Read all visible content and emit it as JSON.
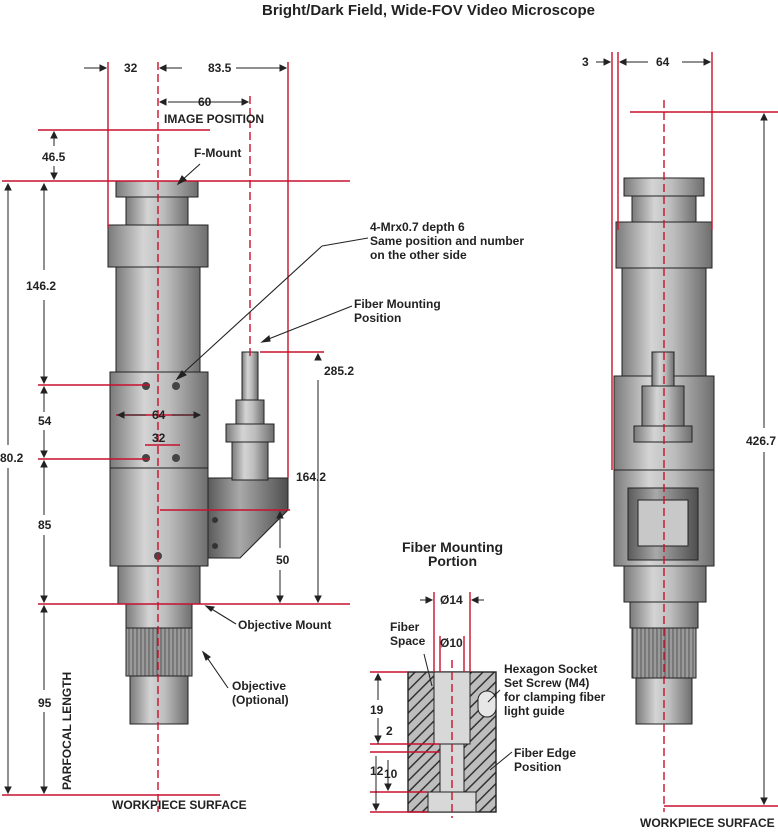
{
  "title": "Bright/Dark Field, Wide-FOV Video Microscope",
  "dims_left": {
    "d32": "32",
    "d83_5": "83.5",
    "d60": "60",
    "image_position": "IMAGE POSITION",
    "d46_5": "46.5",
    "d146_2": "146.2",
    "d54": "54",
    "d64": "64",
    "d32_inner": "32",
    "d80_2": "80.2",
    "d85": "85",
    "d95": "95",
    "d285_2": "285.2",
    "d164_2": "164.2",
    "d50": "50",
    "parfocal_length": "PARFOCAL LENGTH",
    "workpiece_surface": "WORKPIECE SURFACE"
  },
  "callouts": {
    "f_mount": "F-Mount",
    "tapped_holes": "4-Mrx0.7 depth 6\nSame position and number\non the other side",
    "fiber_mounting_position": "Fiber Mounting\nPosition",
    "objective_mount": "Objective Mount",
    "objective": "Objective\n(Optional)"
  },
  "detail": {
    "title": "Fiber Mounting\nPortion",
    "d14": "Ø14",
    "d10": "Ø10",
    "fiber_space": "Fiber\nSpace",
    "set_screw": "Hexagon Socket\nSet Screw (M4)\nfor clamping fiber\nlight guide",
    "fiber_edge": "Fiber Edge\nPosition",
    "d19": "19",
    "d2": "2",
    "d12": "12",
    "d10_h": "10"
  },
  "dims_right": {
    "d3": "3",
    "d64": "64",
    "d426_7": "426.7",
    "workpiece_surface": "WORKPIECE SURFACE"
  },
  "colors": {
    "dimension_red": "#c8102e",
    "body_gray": "#a8a8a8",
    "outline": "#222222"
  }
}
